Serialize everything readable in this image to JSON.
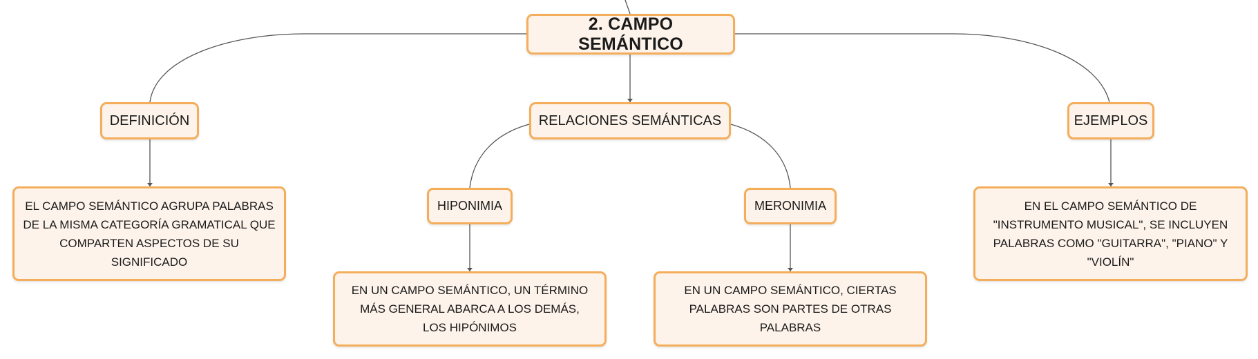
{
  "root": {
    "label": "2. CAMPO SEMÁNTICO"
  },
  "definicion": {
    "label": "DEFINICIÓN",
    "text": "EL CAMPO SEMÁNTICO AGRUPA PALABRAS DE LA MISMA CATEGORÍA GRAMATICAL QUE COMPARTEN ASPECTOS DE SU SIGNIFICADO"
  },
  "relaciones": {
    "label": "RELACIONES SEMÁNTICAS",
    "hiponimia": {
      "label": "HIPONIMIA",
      "text": "EN UN CAMPO SEMÁNTICO, UN TÉRMINO MÁS GENERAL ABARCA A LOS DEMÁS, LOS HIPÓNIMOS"
    },
    "meronimia": {
      "label": "MERONIMIA",
      "text": "EN UN CAMPO SEMÁNTICO, CIERTAS PALABRAS SON PARTES DE OTRAS PALABRAS"
    }
  },
  "ejemplos": {
    "label": "EJEMPLOS",
    "text": "EN EL CAMPO SEMÁNTICO DE \"INSTRUMENTO MUSICAL\", SE INCLUYEN PALABRAS COMO \"GUITARRA\", \"PIANO\" Y \"VIOLÍN\""
  },
  "colors": {
    "border": "#f4ad5a",
    "fill": "#fdf3ea",
    "line": "#555555"
  }
}
